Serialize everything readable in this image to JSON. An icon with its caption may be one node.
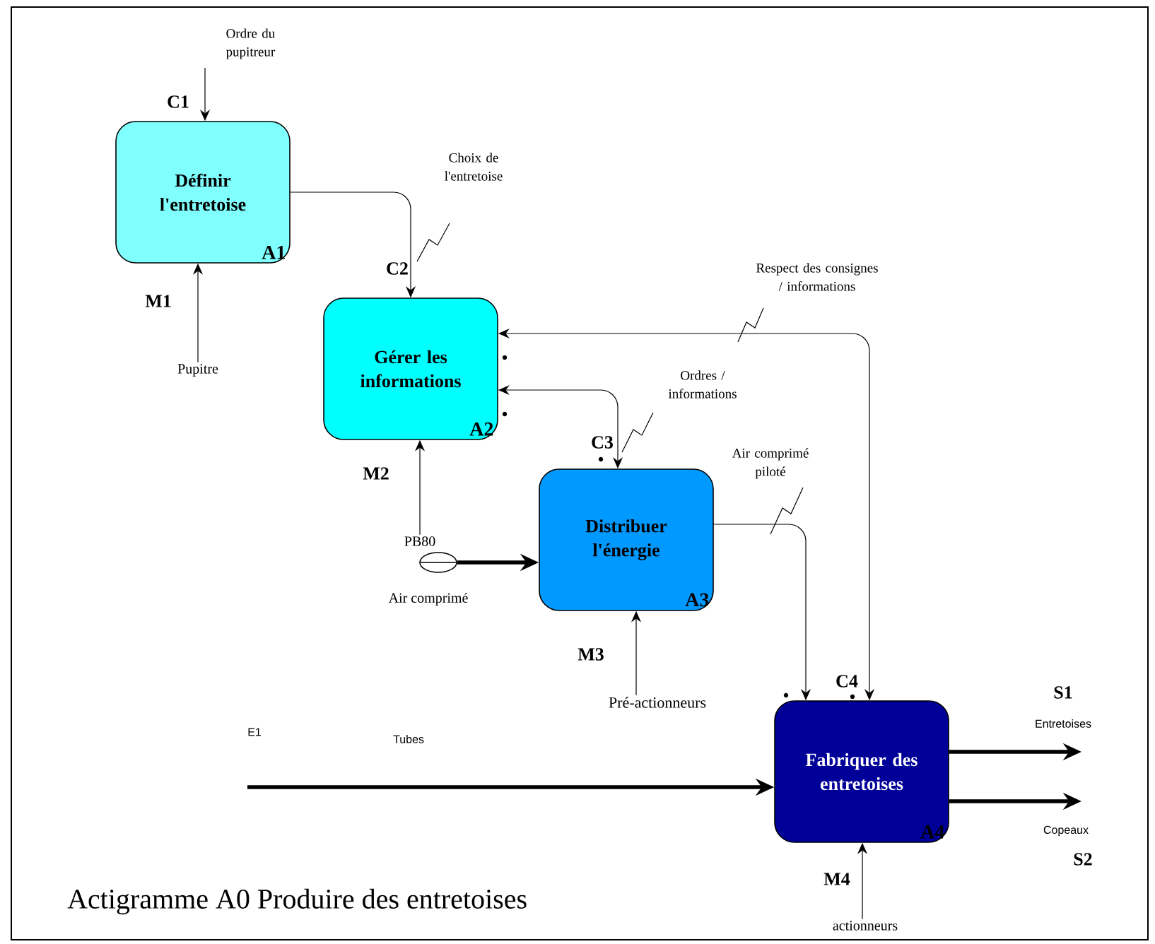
{
  "diagram": {
    "title": "Actigramme A0 Produire des entretoises",
    "nodes": [
      {
        "text": [
          "Définir l'entretoise",
          "A1"
        ]
      },
      {
        "text": [
          "Gérer les informations",
          "A2"
        ]
      },
      {
        "text": [
          "Distribuer l'énergie",
          "A3"
        ]
      },
      {
        "text": [
          "Fabriquer des entretoises",
          "A4"
        ]
      },
      {
        "text": [
          "Ordre du pupitreur"
        ]
      },
      {
        "text": [
          "Pupitre"
        ]
      },
      {
        "text": [
          "PB80"
        ]
      },
      {
        "text": [],
        "shape": "circle",
        "beside": [
          "Air comprimé"
        ]
      },
      {
        "text": [
          "Pré-actionneurs"
        ]
      },
      {
        "text": [
          "actionneurs"
        ]
      }
    ],
    "edges": [
      {
        "from": 4,
        "to": 0,
        "arrow": "to"
      },
      {
        "from": 5,
        "to": 0,
        "arrow": "to"
      },
      {
        "from": 0,
        "to": 1,
        "arrow": "to",
        "label": "Choix de l'entretoise"
      },
      {
        "from": 1,
        "to": 2,
        "arrow": "both",
        "label": "Ordres / informations"
      },
      {
        "from": 1,
        "to": 3,
        "arrow": "both",
        "label": "Respect des consignes / informations"
      },
      {
        "from": 6,
        "to": 1,
        "arrow": "to"
      },
      {
        "from": 7,
        "to": 2,
        "arrow": "to",
        "style": "thick"
      },
      {
        "from": 2,
        "to": 3,
        "arrow": "to",
        "label": "Air comprimé piloté"
      },
      {
        "from": 8,
        "to": 2,
        "arrow": "to"
      },
      {
        "from": null,
        "to": 3,
        "arrow": "to",
        "style": "thick",
        "label": "Tubes"
      },
      {
        "from": 3,
        "to": null,
        "arrow": "to",
        "style": "thick",
        "label": "Entretoises"
      },
      {
        "from": 3,
        "to": null,
        "arrow": "to",
        "style": "thick",
        "label": "Copeaux"
      },
      {
        "from": 9,
        "to": 3,
        "arrow": "to"
      }
    ],
    "labels": [
      "C1",
      "M1",
      "C2",
      "M2",
      "C3",
      "M3",
      "C4",
      "S1",
      "E1",
      "S2",
      "M4"
    ]
  }
}
